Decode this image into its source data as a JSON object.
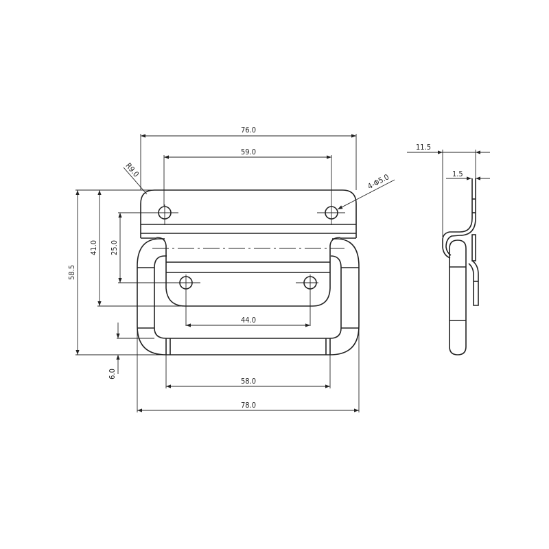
{
  "drawing": {
    "dimensions": {
      "overall_plate_width": "76.0",
      "hole_spacing_top": "59.0",
      "corner_radius": "R9.0",
      "holes": "4-Φ5.0",
      "overall_height": "58.5",
      "height_41": "41.0",
      "hole_vertical_spacing": "25.0",
      "thickness_6": "6.0",
      "hole_spacing_bottom": "44.0",
      "inner_width": "58.0",
      "overall_width": "78.0",
      "side_depth": "11.5",
      "sheet_thickness": "1.5"
    },
    "line_color": "#222222"
  }
}
